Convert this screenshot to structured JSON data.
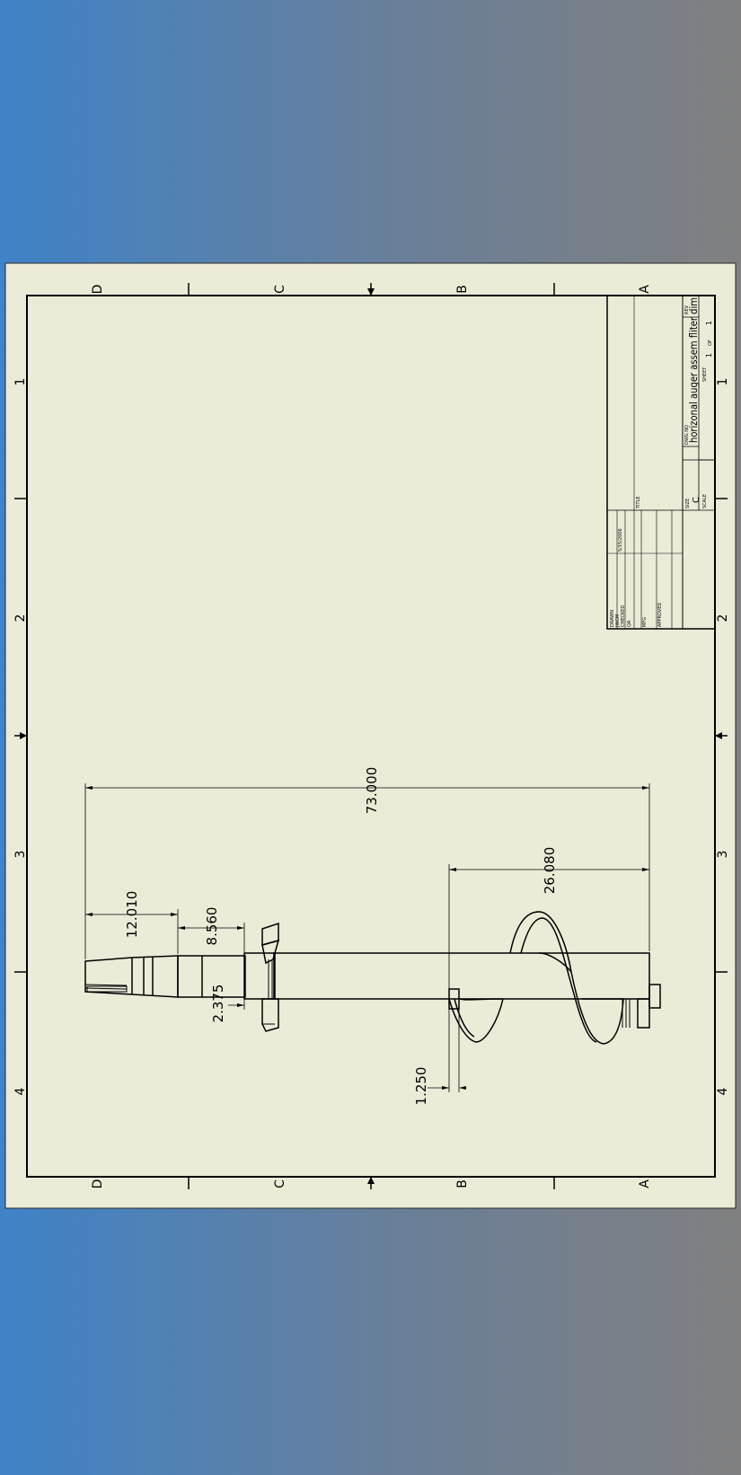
{
  "sheet": {
    "paper_color": "#ecebd8",
    "line_color": "#000000",
    "zone_letters": [
      "D",
      "C",
      "B",
      "A"
    ],
    "zone_numbers": [
      "1",
      "2",
      "3",
      "4"
    ]
  },
  "dimensions": {
    "overall_length": "73.000",
    "flight_length": "26.080",
    "hitch_offset": "12.010",
    "collar_offset": "8.560",
    "shaft_step": "2.375",
    "flight_clearance": "1.250"
  },
  "title_block": {
    "drawn_label": "DRAWN",
    "drawn_by": "JWCM",
    "checked_label": "CHECKED",
    "qa_label": "QA",
    "mfg_label": "MFG",
    "approved_label": "APPROVED",
    "date": "5/15/2006",
    "title_label": "TITLE",
    "size_label": "SIZE",
    "size": "C",
    "dwg_no_label": "DWG NO",
    "dwg_no": "horizonal auger assem fliter dim",
    "rev_label": "REV",
    "scale_label": "SCALE",
    "sheet_label": "SHEET",
    "sheet_num": "1",
    "of_label": "OF",
    "sheet_total": "1"
  }
}
